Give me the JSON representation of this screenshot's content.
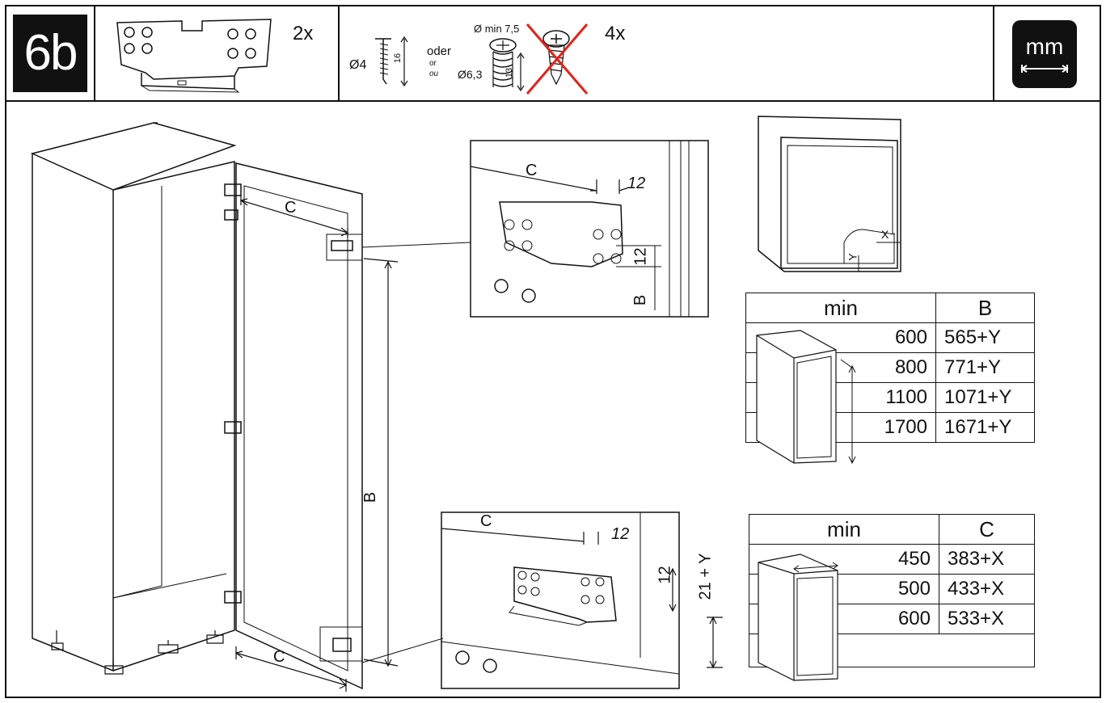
{
  "header": {
    "step": "6b",
    "bracket_qty": "2x",
    "screw_qty": "4x",
    "wood_screw": {
      "diameter": "Ø4",
      "length": "16"
    },
    "alt_conj": {
      "de": "oder",
      "en": "or",
      "fr": "ou"
    },
    "machine_screw": {
      "head_diameter": "Ø min 7,5",
      "diameter": "Ø6,3",
      "length": "13"
    },
    "unit": "mm"
  },
  "detail_top": {
    "c_label": "C",
    "offset": "12",
    "vert_offset": "12",
    "b_label": "B"
  },
  "detail_bottom": {
    "c_label": "C",
    "offset": "12",
    "vert_offset": "12",
    "y_dim": "21 + Y"
  },
  "cabinet": {
    "c_top": "C",
    "c_bottom": "C",
    "b_label": "B"
  },
  "gap_detail": {
    "x": "X",
    "y": "Y"
  },
  "table_b": {
    "min_label": "min",
    "col_label": "B",
    "rows": [
      {
        "min": "600",
        "value": "565+Y"
      },
      {
        "min": "800",
        "value": "771+Y"
      },
      {
        "min": "1100",
        "value": "1071+Y"
      },
      {
        "min": "1700",
        "value": "1671+Y"
      }
    ]
  },
  "table_c": {
    "min_label": "min",
    "col_label": "C",
    "rows": [
      {
        "min": "450",
        "value": "383+X"
      },
      {
        "min": "500",
        "value": "433+X"
      },
      {
        "min": "600",
        "value": "533+X"
      }
    ]
  }
}
